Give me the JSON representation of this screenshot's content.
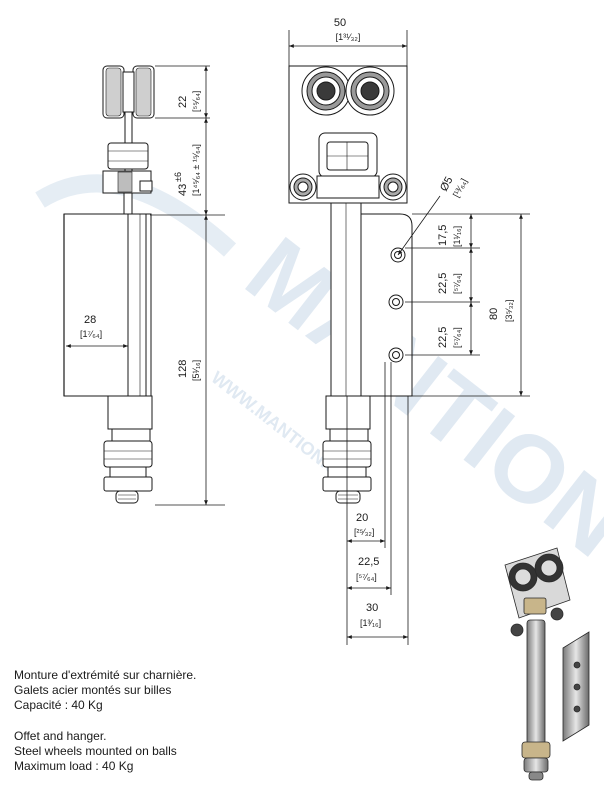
{
  "watermark": {
    "brand": "MANTION",
    "url": "WWW.MANTION.COM"
  },
  "dimensions": {
    "width_top": {
      "mm": "50",
      "inch": "[1³¹⁄₃₂]"
    },
    "wheel_height": {
      "mm": "22",
      "inch": "[⁵⁵⁄₆₄]"
    },
    "wheel_to_plate": {
      "mm": "43",
      "tol": "±6",
      "inch": "[1⁴⁵⁄₆₄ ± ¹⁵⁄₆₄]"
    },
    "hole_diameter": {
      "mm": "Ø5",
      "inch": "[¹³⁄₆₄]"
    },
    "spacing_1": {
      "mm": "17,5",
      "inch": "[1¹⁄₁₆]"
    },
    "spacing_2": {
      "mm": "22,5",
      "inch": "[⁵⁷⁄₆₄]"
    },
    "spacing_3": {
      "mm": "22,5",
      "inch": "[⁵⁷⁄₆₄]"
    },
    "plate_height": {
      "mm": "80",
      "inch": "[3⁵⁄₃₂]"
    },
    "offset_width": {
      "mm": "28",
      "inch": "[1⁷⁄₆₄]"
    },
    "total_height": {
      "mm": "128",
      "inch": "[5¹⁄₁₆]"
    },
    "dist_20": {
      "mm": "20",
      "inch": "[²⁵⁄₃₂]"
    },
    "dist_22_5": {
      "mm": "22,5",
      "inch": "[⁵⁷⁄₆₄]"
    },
    "dist_30": {
      "mm": "30",
      "inch": "[1³⁄₁₆]"
    }
  },
  "caption_fr": {
    "line1": "Monture d'extrémité sur charnière.",
    "line2": "Galets acier montés sur billes",
    "line3": "Capacité : 40 Kg"
  },
  "caption_en": {
    "line1": "Offet and hanger.",
    "line2": "Steel wheels mounted on balls",
    "line3": "Maximum load : 40 Kg"
  }
}
